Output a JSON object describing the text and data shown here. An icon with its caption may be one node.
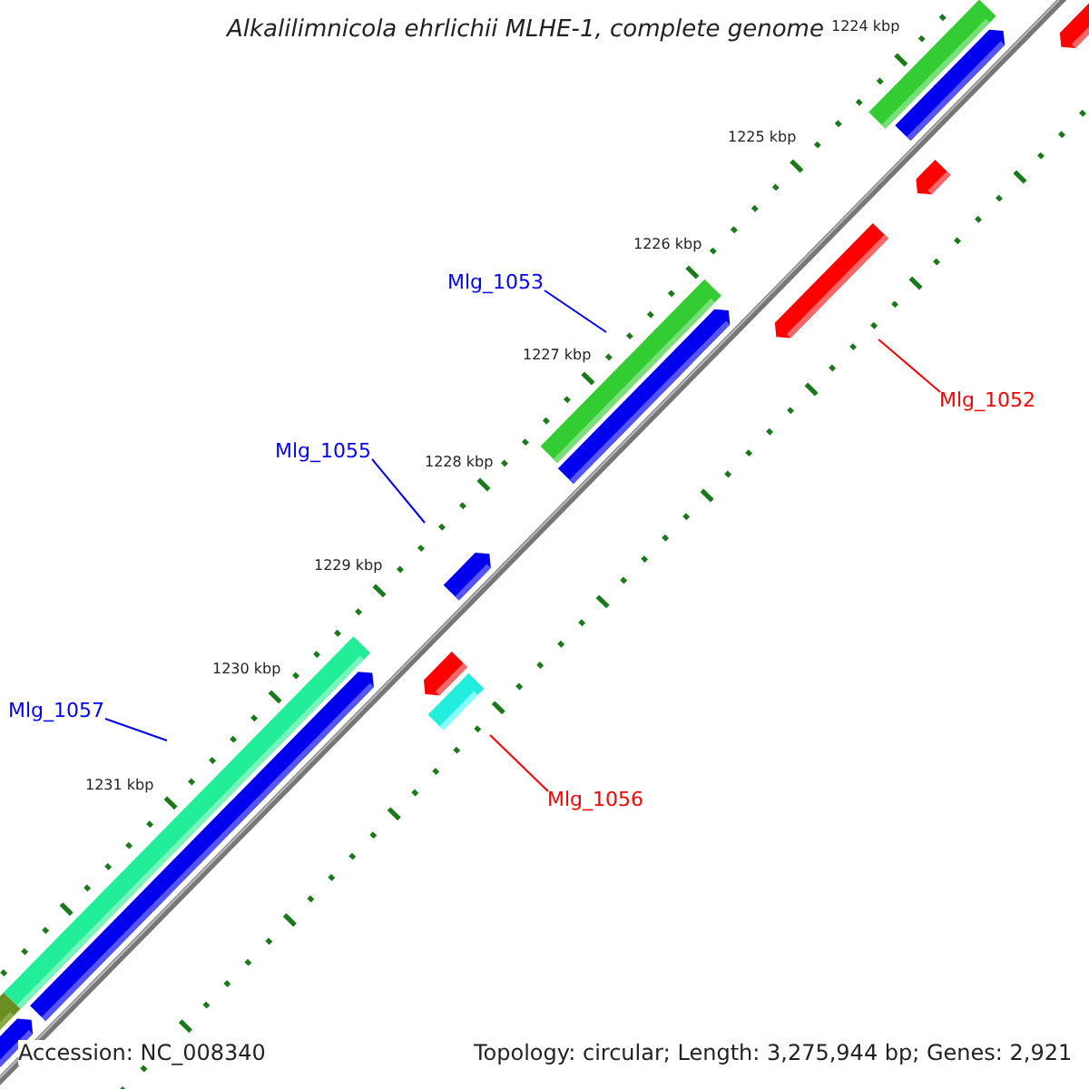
{
  "diagram": {
    "title": "Alkalilimnicola ehrlichii MLHE-1, complete genome",
    "nodes": [
      {
        "text": [
          "Mlg_1053"
        ]
      },
      {
        "text": [
          "Mlg_1052"
        ]
      },
      {
        "text": [
          "Mlg_1055"
        ]
      },
      {
        "text": [
          "Mlg_1057"
        ]
      },
      {
        "text": [
          "Mlg_1056"
        ]
      }
    ],
    "edges": [
      {
        "from": 0,
        "to": null,
        "arrow": "none",
        "color": "#0000ff"
      },
      {
        "from": 1,
        "to": null,
        "arrow": "none",
        "color": "#ff0000"
      },
      {
        "from": 2,
        "to": null,
        "arrow": "none",
        "color": "#0000ff"
      },
      {
        "from": 3,
        "to": null,
        "arrow": "none",
        "color": "#0000ff"
      },
      {
        "from": 4,
        "to": null,
        "arrow": "none",
        "color": "#ff0000"
      }
    ],
    "labels": [
      "1224 kbp",
      "1225 kbp",
      "1226 kbp",
      "1227 kbp",
      "1228 kbp",
      "1229 kbp",
      "1230 kbp",
      "1231 kbp",
      "Accession: NC_008340",
      "Topology: circular; Length: 3,275,944 bp; Genes: 2,921"
    ]
  }
}
